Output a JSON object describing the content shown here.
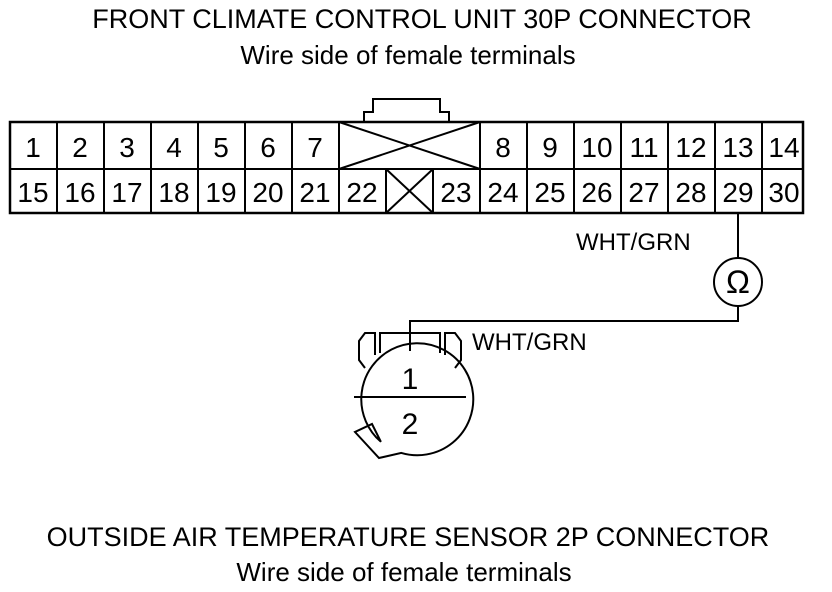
{
  "header": {
    "title": "FRONT CLIMATE CONTROL UNIT 30P CONNECTOR",
    "subtitle": "Wire side of female terminals"
  },
  "footer": {
    "title": "OUTSIDE AIR TEMPERATURE SENSOR 2P CONNECTOR",
    "subtitle": "Wire side of female terminals"
  },
  "connector30p": {
    "row1": [
      "1",
      "2",
      "3",
      "4",
      "5",
      "6",
      "7",
      "8",
      "9",
      "10",
      "11",
      "12",
      "13",
      "14"
    ],
    "row2": [
      "15",
      "16",
      "17",
      "18",
      "19",
      "20",
      "21",
      "22",
      "23",
      "24",
      "25",
      "26",
      "27",
      "28",
      "29",
      "30"
    ]
  },
  "wire_labels": {
    "upper": "WHT/GRN",
    "lower": "WHT/GRN"
  },
  "meter": {
    "symbol": "Ω"
  },
  "sensor2p": {
    "pin1": "1",
    "pin2": "2"
  }
}
